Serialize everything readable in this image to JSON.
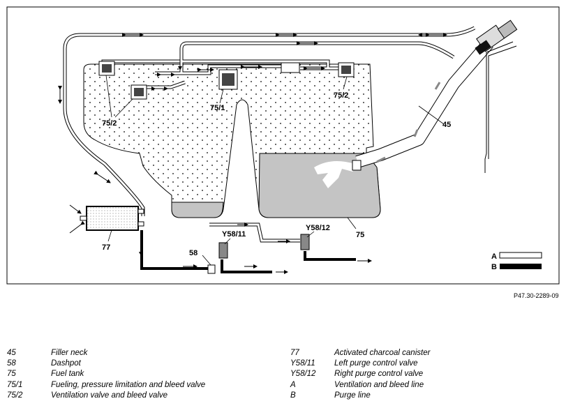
{
  "diagram": {
    "labels": {
      "n45": "45",
      "n75": "75",
      "n75_1": "75/1",
      "n75_2_left": "75/2",
      "n75_2_right": "75/2",
      "n77": "77",
      "n58": "58",
      "y58_11": "Y58/11",
      "y58_12": "Y58/12",
      "key_a": "A",
      "key_b": "B"
    },
    "reference": "P47.30-2289-09"
  },
  "legend": {
    "left": [
      {
        "code": "45",
        "desc": "Filler neck"
      },
      {
        "code": "58",
        "desc": "Dashpot"
      },
      {
        "code": "75",
        "desc": "Fuel tank"
      },
      {
        "code": "75/1",
        "desc": "Fueling, pressure limitation and bleed valve"
      },
      {
        "code": "75/2",
        "desc": "Ventilation valve and bleed valve"
      }
    ],
    "right": [
      {
        "code": "77",
        "desc": "Activated charcoal canister"
      },
      {
        "code": "Y58/11",
        "desc": "Left purge control valve"
      },
      {
        "code": "Y58/12",
        "desc": "Right purge control valve"
      },
      {
        "code": "A",
        "desc": "Ventilation and bleed line"
      },
      {
        "code": "B",
        "desc": "Purge line"
      }
    ]
  },
  "colors": {
    "fuel": "#c4c4c4",
    "line": "#000000",
    "frame": "#000000"
  }
}
